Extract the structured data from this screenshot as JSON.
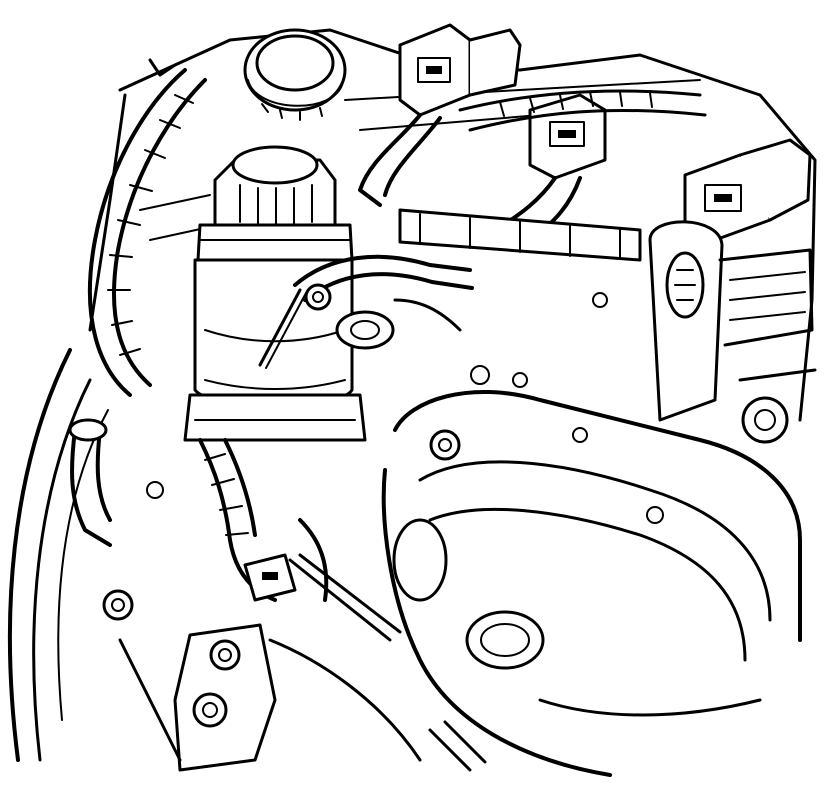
{
  "figure": {
    "kind": "engine-compartment-line-drawing",
    "colors": {
      "stroke": "#000000",
      "background": "#ffffff"
    },
    "components": [
      {
        "id": "reservoir-cap",
        "icon": "filler-cap"
      },
      {
        "id": "filter-housing",
        "icon": "canister"
      },
      {
        "id": "ignition-coil-connectors",
        "icon": "electrical-connector"
      },
      {
        "id": "wiring-harness",
        "icon": "harness"
      },
      {
        "id": "exhaust-manifold",
        "icon": "manifold"
      },
      {
        "id": "lifting-bracket",
        "icon": "bracket"
      },
      {
        "id": "pump-pulley",
        "icon": "pulley"
      },
      {
        "id": "mounting-flange",
        "icon": "flange"
      }
    ]
  }
}
